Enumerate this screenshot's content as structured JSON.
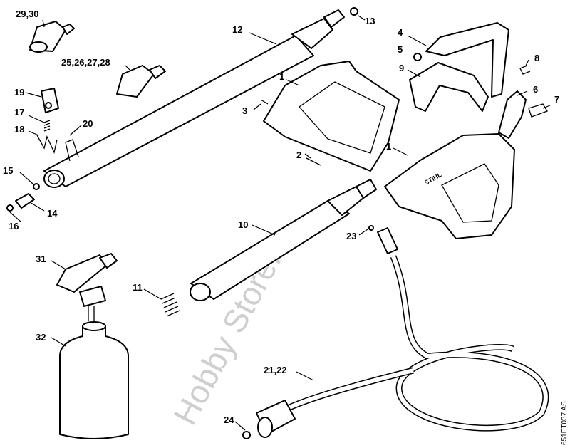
{
  "diagram": {
    "labels": {
      "l2930": "29,30",
      "l12": "12",
      "l13": "13",
      "l4": "4",
      "l5": "5",
      "l8": "8",
      "l25": "25,26,27,28",
      "l1a": "1",
      "l9": "9",
      "l6": "6",
      "l7": "7",
      "l19": "19",
      "l17": "17",
      "l18": "18",
      "l20": "20",
      "l3": "3",
      "l2": "2",
      "l1b": "1",
      "l15": "15",
      "l14": "14",
      "l16": "16",
      "l10": "10",
      "l23": "23",
      "l11": "11",
      "l31": "31",
      "l32": "32",
      "l2122": "21,22",
      "l24": "24"
    },
    "handle_logo": "STIHL",
    "watermark": "Hobby Store.it",
    "drawing_code": "651ET037 AS"
  }
}
